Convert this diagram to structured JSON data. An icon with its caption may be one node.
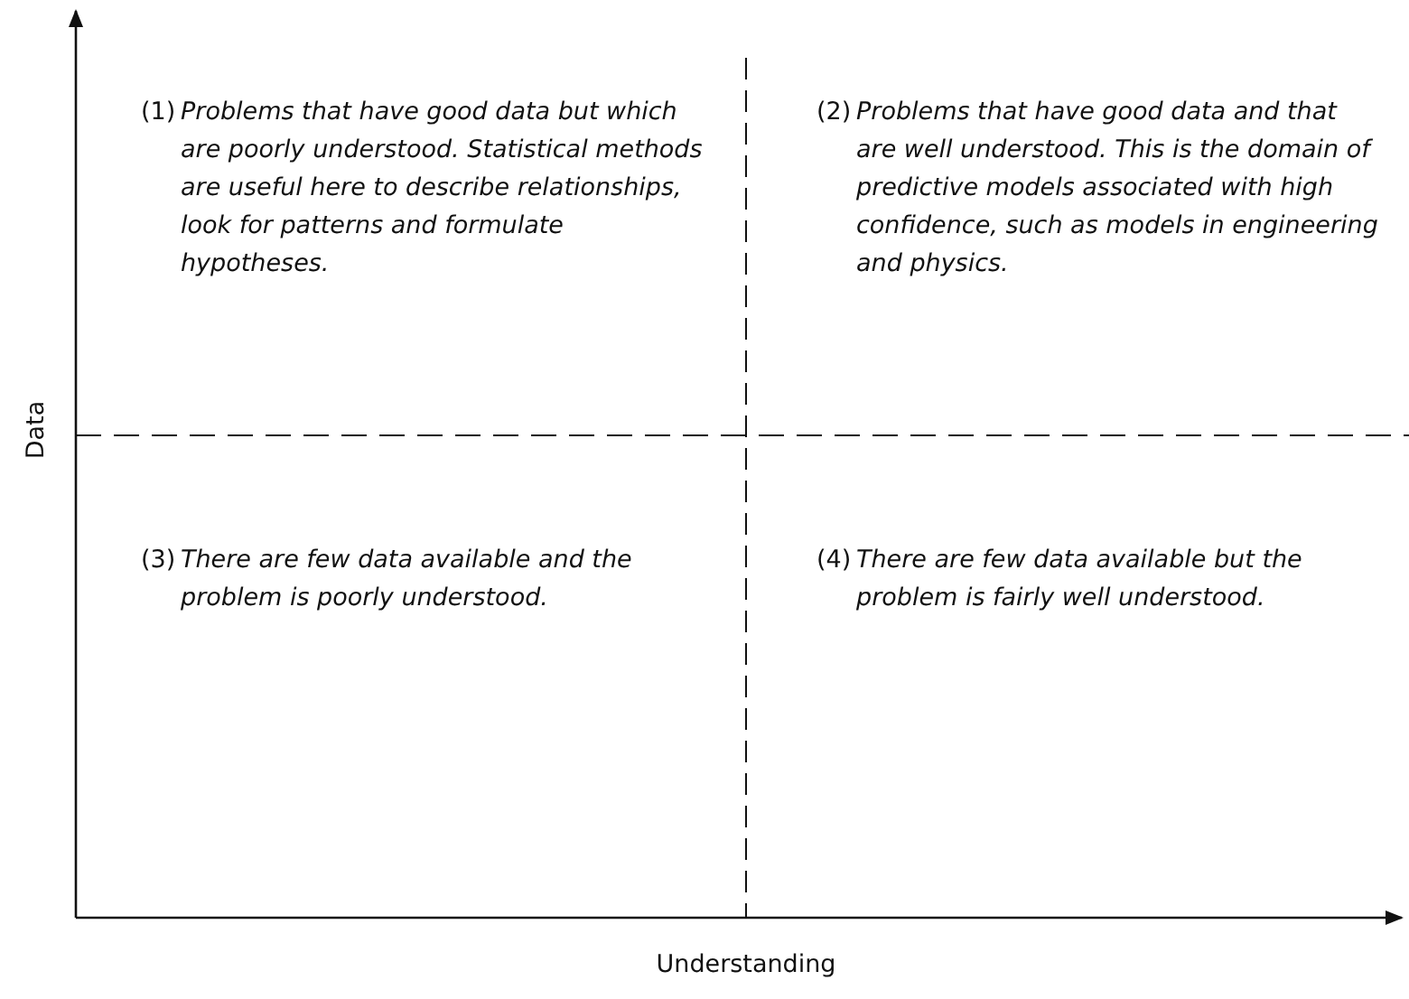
{
  "diagram": {
    "labels": [
      "(1)",
      "Problems that have good data but which are poorly understood. Statistical methods are useful here to describe relationships, look for patterns and formulate hypotheses.",
      "(2)",
      "Problems that have good data and that are well understood. This is the domain of predictive models associated with high confidence, such as models in engineering and physics.",
      "Data",
      "(3)",
      "There are few data available and the problem is poorly understood.",
      "(4)",
      "There are few data available but the problem is fairly well understood.",
      "Understanding"
    ]
  }
}
